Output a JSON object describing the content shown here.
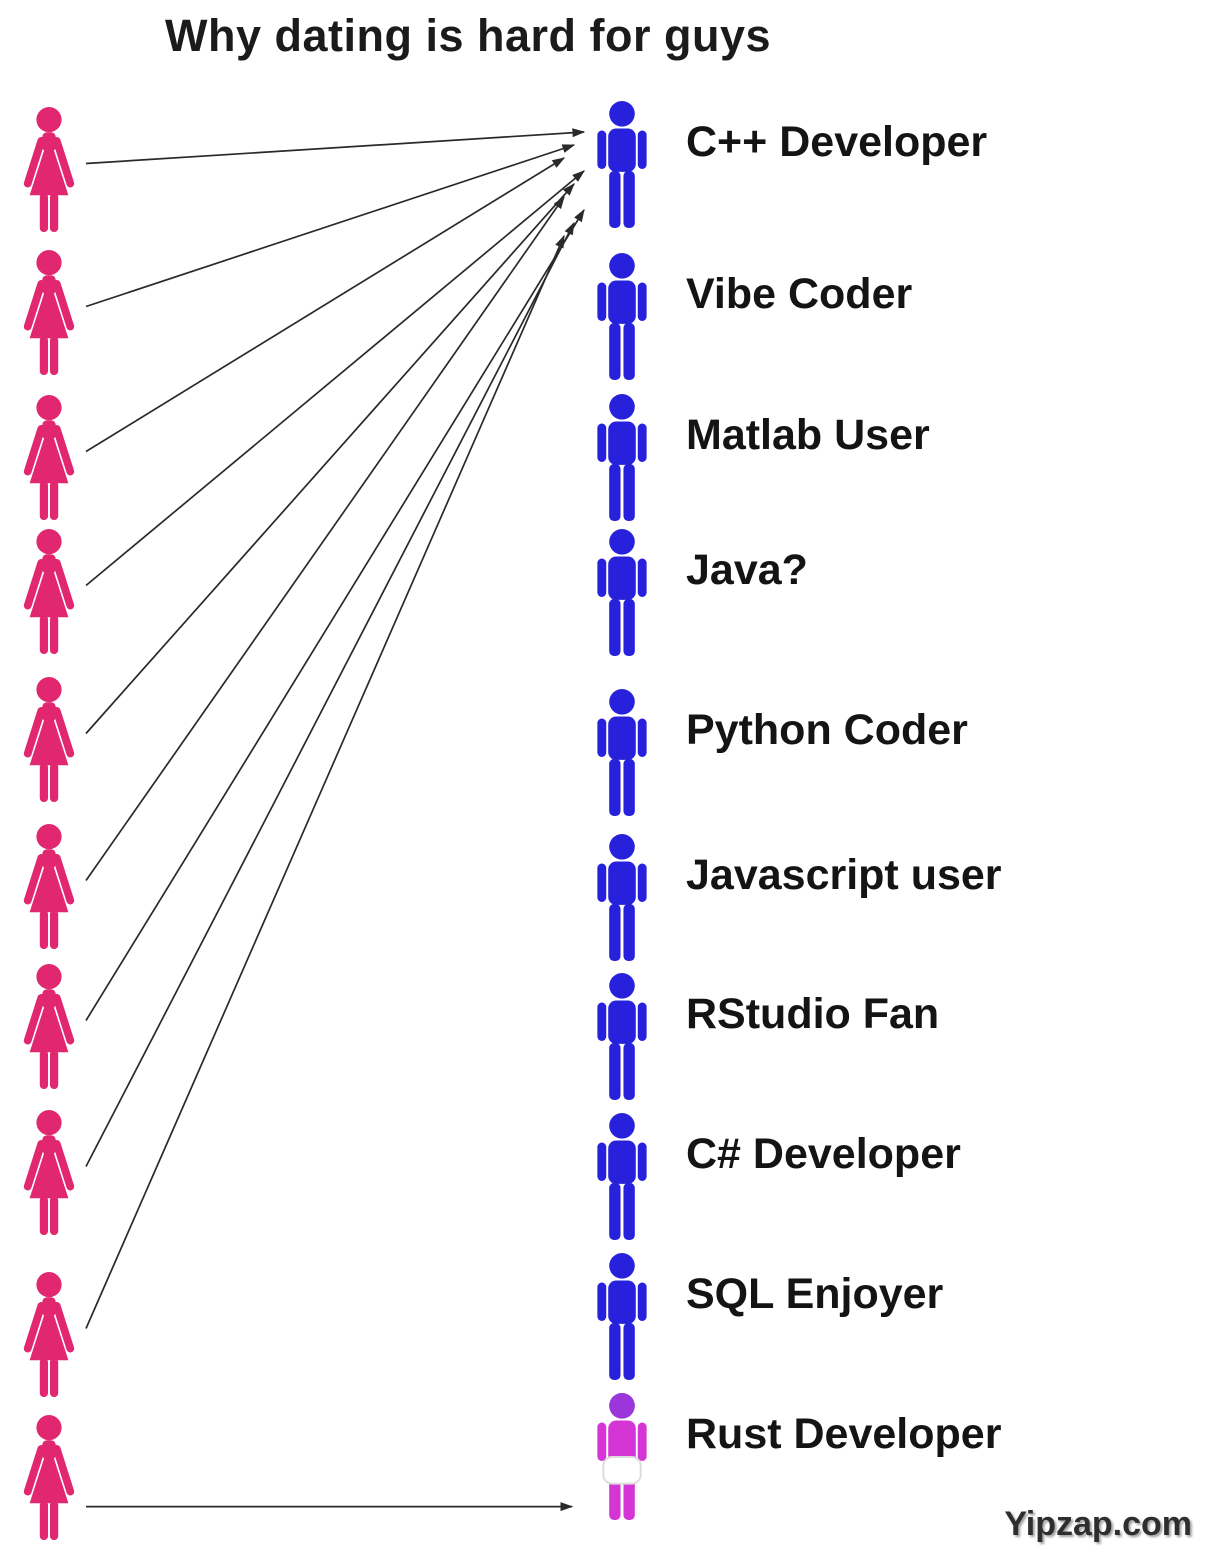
{
  "title": "Why dating is hard for guys",
  "watermark": "Yipzap.com",
  "colors": {
    "woman": "#E0276F",
    "man": "#2721DB",
    "rust_body": "#D435D4",
    "rust_head": "#9A36DA",
    "arrow": "#2a2a2a"
  },
  "women_count": 10,
  "men": [
    {
      "label": "C++ Developer"
    },
    {
      "label": "Vibe Coder"
    },
    {
      "label": "Matlab User"
    },
    {
      "label": "Java?"
    },
    {
      "label": "Python Coder"
    },
    {
      "label": "Javascript user"
    },
    {
      "label": "RStudio Fan"
    },
    {
      "label": "C# Developer"
    },
    {
      "label": "SQL Enjoyer"
    },
    {
      "label": "Rust Developer"
    }
  ],
  "connections": [
    {
      "from_woman": 0,
      "to_man": 0
    },
    {
      "from_woman": 1,
      "to_man": 0
    },
    {
      "from_woman": 2,
      "to_man": 0
    },
    {
      "from_woman": 3,
      "to_man": 0
    },
    {
      "from_woman": 4,
      "to_man": 0
    },
    {
      "from_woman": 5,
      "to_man": 0
    },
    {
      "from_woman": 6,
      "to_man": 0
    },
    {
      "from_woman": 7,
      "to_man": 0
    },
    {
      "from_woman": 8,
      "to_man": 0
    },
    {
      "from_woman": 9,
      "to_man": 9
    }
  ]
}
